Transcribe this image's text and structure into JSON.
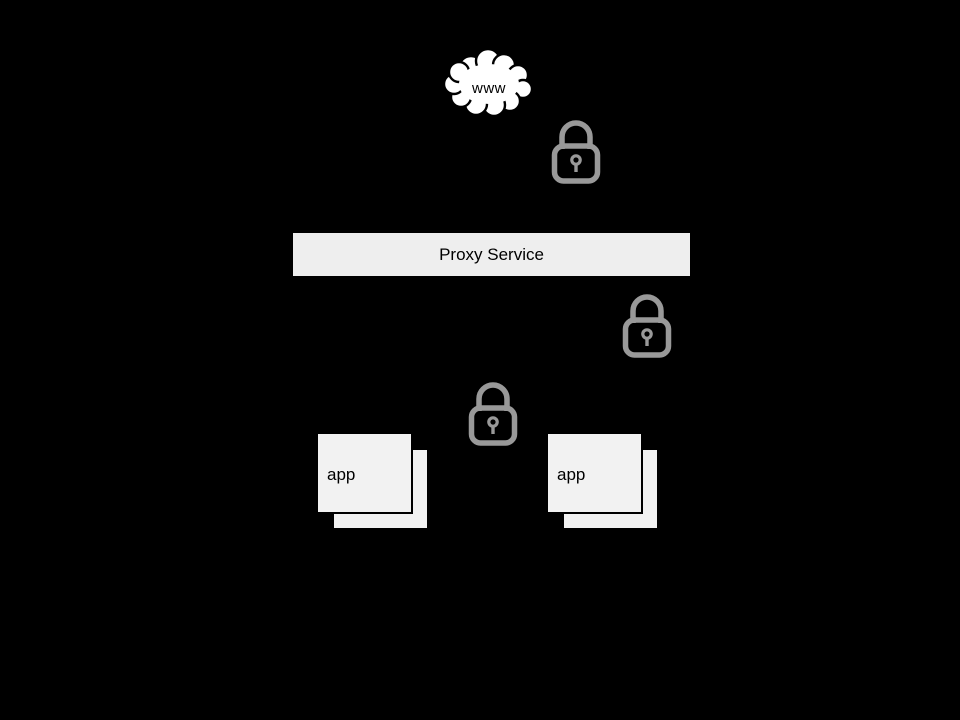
{
  "diagram": {
    "colors": {
      "bg": "#000000",
      "cloud": "#ffffff",
      "outline": "#000000",
      "proxy": "#eeeeee",
      "app": "#f2f2f2",
      "lock": "#999999",
      "text": "#000000"
    },
    "cloud": {
      "label": "www"
    },
    "proxy": {
      "label": "Proxy Service"
    },
    "locks": [
      {
        "id": "padlock-www-proxy"
      },
      {
        "id": "padlock-proxy-app-right"
      },
      {
        "id": "padlock-proxy-app-left"
      }
    ],
    "apps": [
      {
        "label": "app"
      },
      {
        "label": "app"
      }
    ]
  }
}
